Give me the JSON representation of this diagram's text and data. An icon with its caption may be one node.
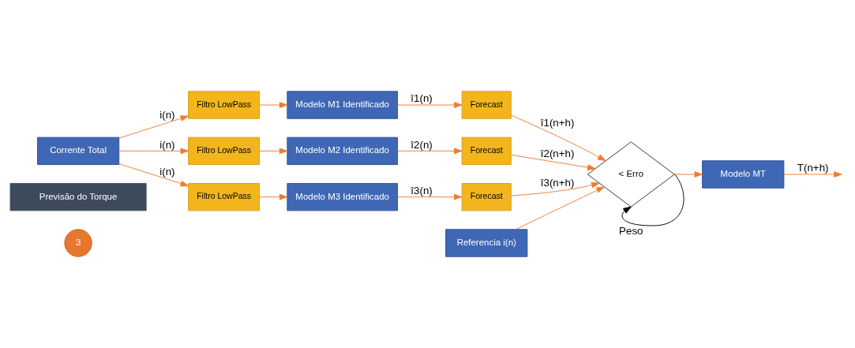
{
  "diagram": {
    "nodes": [
      {
        "text": [
          "3"
        ]
      },
      {
        "text": [
          "Previsão do Torque"
        ]
      },
      {
        "text": [
          "Corrente Total"
        ]
      },
      {
        "text": [
          "Filtro LowPass"
        ]
      },
      {
        "text": [
          "Filtro LowPass"
        ]
      },
      {
        "text": [
          "Filtro LowPass"
        ]
      },
      {
        "text": [
          "Modelo M1 Identificado"
        ]
      },
      {
        "text": [
          "Modelo M2 Identificado"
        ]
      },
      {
        "text": [
          "Modelo M3 Identificado"
        ]
      },
      {
        "text": [
          "Forecast"
        ]
      },
      {
        "text": [
          "Forecast"
        ]
      },
      {
        "text": [
          "Forecast"
        ]
      },
      {
        "text": [
          "Referencia i(n)"
        ]
      },
      {
        "text": [
          "< Erro"
        ]
      },
      {
        "text": [
          "Modelo MT"
        ]
      }
    ],
    "edges": [
      {
        "from": 2,
        "to": 3,
        "arrow": "to",
        "label": "i(n)"
      },
      {
        "from": 2,
        "to": 4,
        "arrow": "to",
        "label": "i(n)"
      },
      {
        "from": 2,
        "to": 5,
        "arrow": "to",
        "label": "i(n)"
      },
      {
        "from": 3,
        "to": 6,
        "arrow": "to"
      },
      {
        "from": 4,
        "to": 7,
        "arrow": "to"
      },
      {
        "from": 5,
        "to": 8,
        "arrow": "to"
      },
      {
        "from": 6,
        "to": 9,
        "arrow": "to",
        "label": "î1(n)"
      },
      {
        "from": 7,
        "to": 10,
        "arrow": "to",
        "label": "î2(n)"
      },
      {
        "from": 8,
        "to": 11,
        "arrow": "to",
        "label": "î3(n)"
      },
      {
        "from": 9,
        "to": 13,
        "arrow": "to",
        "label": "î1(n+h)"
      },
      {
        "from": 10,
        "to": 13,
        "arrow": "to",
        "label": "î2(n+h)"
      },
      {
        "from": 11,
        "to": 13,
        "arrow": "to",
        "label": "î3(n+h)"
      },
      {
        "from": 12,
        "to": 13,
        "arrow": "to"
      },
      {
        "from": 13,
        "to": 13,
        "arrow": "to",
        "label": "Peso",
        "color": "#000000"
      },
      {
        "from": 13,
        "to": 14,
        "arrow": "to"
      },
      {
        "from": 14,
        "to": null,
        "arrow": "to",
        "label": "T(n+h)"
      }
    ]
  }
}
